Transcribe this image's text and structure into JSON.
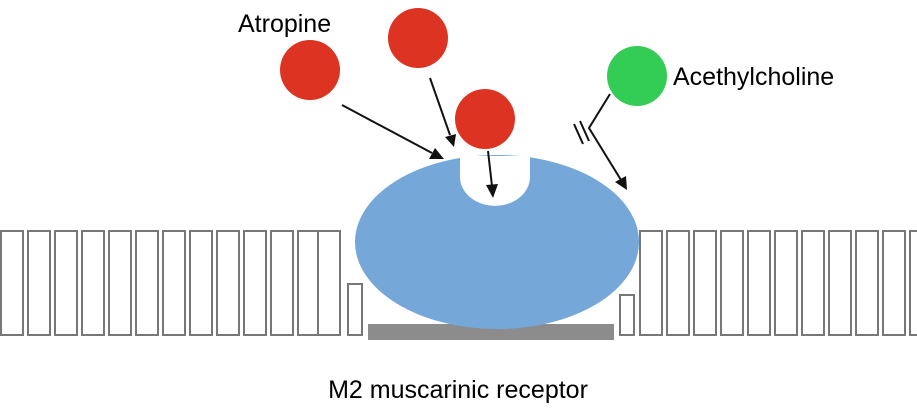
{
  "labels": {
    "antagonist": "Atropine",
    "agonist": "Acethylcholine",
    "receptor": "M2 muscarinic receptor"
  },
  "colors": {
    "atropine": "#dd3322",
    "acetylcholine": "#33cc55",
    "receptor": "#75a7d9",
    "membrane_stroke": "#777777",
    "base_plate": "#8c8c8c",
    "arrow": "#111111"
  },
  "bound_molecule": "atropine",
  "blocked_molecule": "acetylcholine"
}
